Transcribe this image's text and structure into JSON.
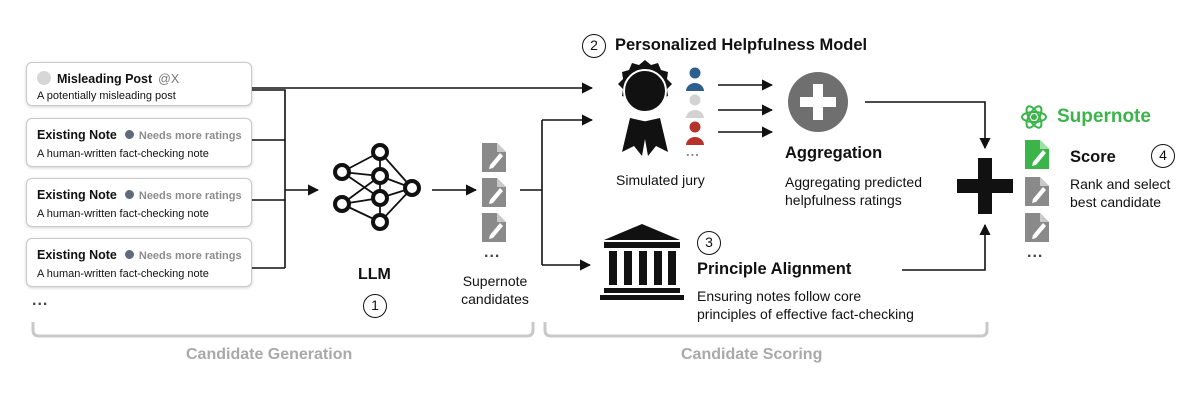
{
  "misleading_post": {
    "title": "Misleading Post",
    "handle": "@X",
    "text": "A potentially misleading post"
  },
  "existing_notes": [
    {
      "title": "Existing Note",
      "status": "Needs more ratings",
      "text": "A human-written fact-checking note"
    },
    {
      "title": "Existing Note",
      "status": "Needs more ratings",
      "text": "A human-written fact-checking note"
    },
    {
      "title": "Existing Note",
      "status": "Needs more ratings",
      "text": "A human-written fact-checking note"
    }
  ],
  "more_notes": "...",
  "llm": {
    "label": "LLM",
    "step": "1"
  },
  "candidates": {
    "label_line1": "Supernote",
    "label_line2": "candidates",
    "more": "..."
  },
  "phm": {
    "step": "2",
    "title": "Personalized Helpfulness Model"
  },
  "jury": {
    "label": "Simulated jury",
    "more": "..."
  },
  "aggregation": {
    "title": "Aggregation",
    "line1": "Aggregating predicted",
    "line2": "helpfulness ratings"
  },
  "principle": {
    "step": "3",
    "title": "Principle Alignment",
    "line1": "Ensuring notes follow core",
    "line2": "principles of effective fact-checking"
  },
  "score": {
    "supernote_label": "Supernote",
    "title": "Score",
    "step": "4",
    "line1": "Rank and select",
    "line2": "best candidate",
    "more": "..."
  },
  "phases": {
    "generation": "Candidate Generation",
    "scoring": "Candidate Scoring"
  },
  "colors": {
    "supernote_green": "#3bb54a",
    "jury_blue": "#2d5e8e",
    "jury_red": "#b5332a",
    "bracket_gray": "#c8c8c8"
  }
}
